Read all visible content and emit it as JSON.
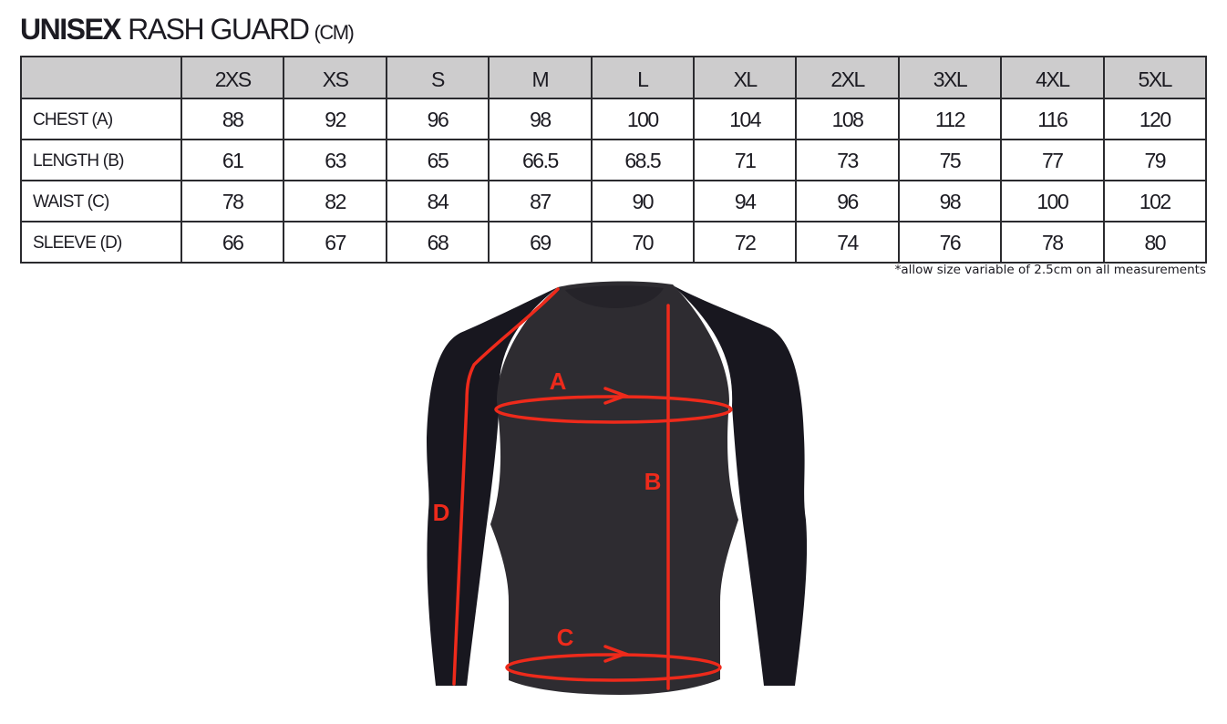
{
  "title": {
    "bold": "UNISEX",
    "regular": "RASH GUARD",
    "unit": "(CM)"
  },
  "table": {
    "corner": "",
    "sizes": [
      "2XS",
      "XS",
      "S",
      "M",
      "L",
      "XL",
      "2XL",
      "3XL",
      "4XL",
      "5XL"
    ],
    "rows": [
      {
        "label": "CHEST (A)",
        "values": [
          "88",
          "92",
          "96",
          "98",
          "100",
          "104",
          "108",
          "112",
          "116",
          "120"
        ]
      },
      {
        "label": "LENGTH (B)",
        "values": [
          "61",
          "63",
          "65",
          "66.5",
          "68.5",
          "71",
          "73",
          "75",
          "77",
          "79"
        ]
      },
      {
        "label": "WAIST (C)",
        "values": [
          "78",
          "82",
          "84",
          "87",
          "90",
          "94",
          "96",
          "98",
          "100",
          "102"
        ]
      },
      {
        "label": "SLEEVE (D)",
        "values": [
          "66",
          "67",
          "68",
          "69",
          "70",
          "72",
          "74",
          "76",
          "78",
          "80"
        ]
      }
    ]
  },
  "note": "*allow size variable of 2.5cm on all measurements",
  "diagram": {
    "labels": {
      "a": "A",
      "b": "B",
      "c": "C",
      "d": "D"
    },
    "colors": {
      "body": "#2e2c31",
      "sleeves": "#18171f",
      "measure": "#ee2a1b",
      "header_fill": "#cdcccd"
    }
  }
}
